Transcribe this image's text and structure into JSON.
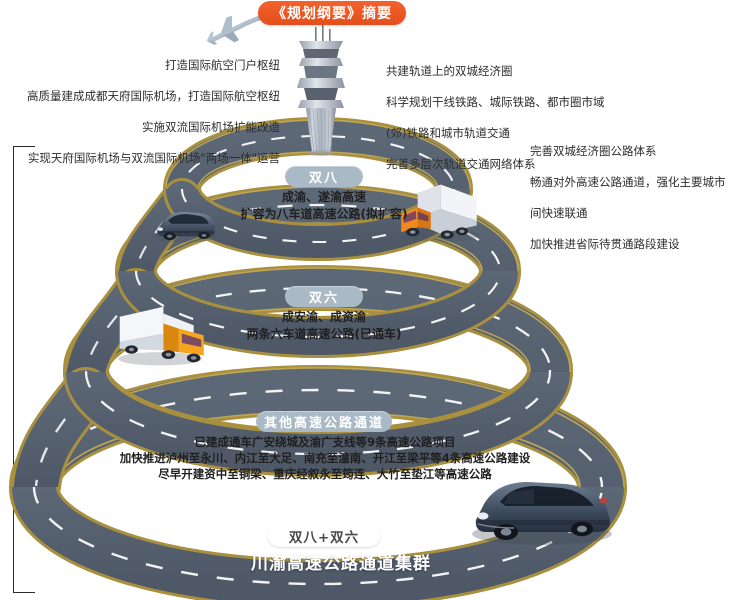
{
  "title": {
    "text": "《规划纲要》摘要"
  },
  "colors": {
    "title_pill": "#e8561f",
    "road": "#566170",
    "road_edge": "#b59b4a",
    "lane_marking": "#ffffff",
    "badge": "#a9bac6",
    "badge_bottom": "#ffffff",
    "text": "#2d2d2d",
    "background": "#ffffff"
  },
  "callouts": {
    "aviation": {
      "align": "right",
      "lines": [
        "打造国际航空门户枢纽",
        "高质量建成成都天府国际机场，打造国际航空枢纽",
        "实施双流国际机场扩能改造",
        "实现天府国际机场与双流国际机场\"两场一体\"运营"
      ]
    },
    "rail": {
      "align": "left",
      "lines": [
        "共建轨道上的双城经济圈",
        "科学规划干线铁路、城际铁路、都市圈市域",
        "(郊)铁路和城市轨道交通",
        "完善多层次轨道交通网络体系"
      ]
    },
    "highway": {
      "align": "left",
      "lines": [
        "完善双城经济圈公路体系",
        "畅通对外高速公路通道，强化主要城市",
        "间快速联通",
        "加快推进省际待贯通路段建设"
      ]
    }
  },
  "tiers": [
    {
      "badge": "双八",
      "lines": [
        "成渝、遂渝高速",
        "扩容为八车道高速公路(拟扩容)"
      ]
    },
    {
      "badge": "双六",
      "lines": [
        "成安渝、成资渝",
        "两条六车道高速公路(已通车)"
      ]
    },
    {
      "badge": "其他高速公路通道",
      "lines": [
        "已建成通车广安绕城及渝广支线等9条高速公路项目",
        "加快推进泸州至永川、内江至大足、南充至潼南、开江至梁平等4条高速公路建设",
        "尽早开建资中至铜梁、重庆经叙永至筠连、大竹至垫江等高速公路"
      ]
    },
    {
      "badge": "双八+双六",
      "lines": [
        "川渝高速公路通道集群"
      ]
    }
  ],
  "illustrations": {
    "airplane": "airplane-icon",
    "control_tower": "control-tower-icon",
    "vehicles": [
      {
        "name": "sedan-dark-blue",
        "tier": 1
      },
      {
        "name": "truck-orange-cab",
        "tier": 1
      },
      {
        "name": "truck-orange-cab",
        "tier": 2
      },
      {
        "name": "sedan-large-grey",
        "tier": 3
      }
    ]
  }
}
